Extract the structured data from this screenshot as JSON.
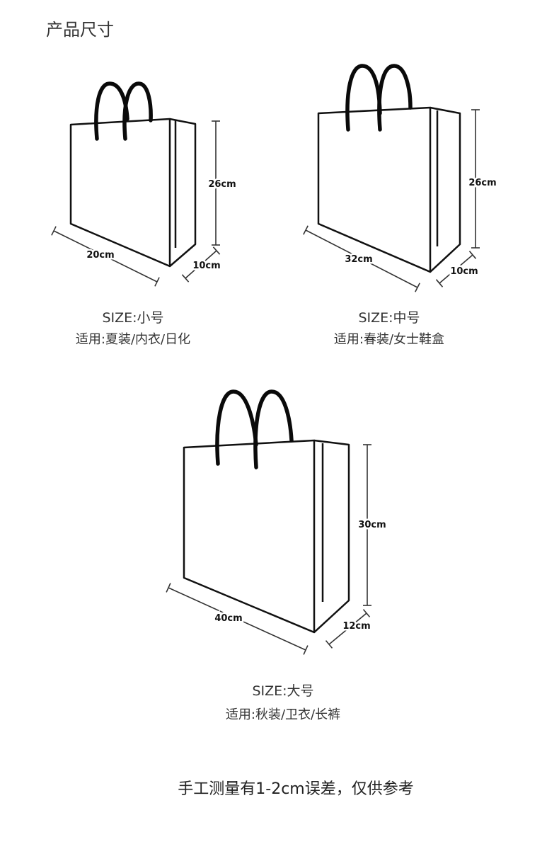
{
  "title": "产品尺寸",
  "bags": [
    {
      "size": "SIZE:小号",
      "usage": "适用:夏装/内衣/日化",
      "height": "26cm",
      "width": "20cm",
      "depth": "10cm"
    },
    {
      "size": "SIZE:中号",
      "usage": "适用:春装/女士鞋盒",
      "height": "26cm",
      "width": "32cm",
      "depth": "10cm"
    },
    {
      "size": "SIZE:大号",
      "usage": "适用:秋装/卫衣/长裤",
      "height": "30cm",
      "width": "40cm",
      "depth": "12cm"
    }
  ],
  "note": "手工测量有1-2cm误差，仅供参考"
}
